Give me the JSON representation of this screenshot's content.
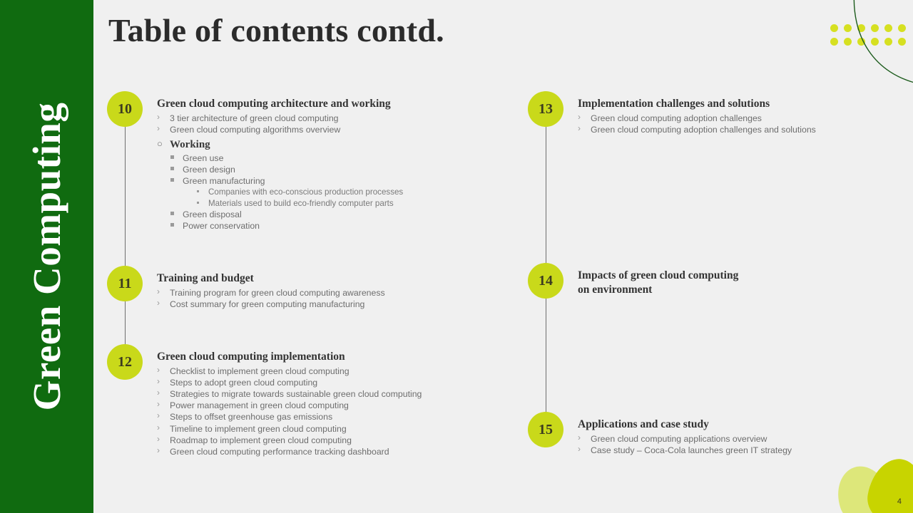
{
  "slide": {
    "title": "Table of contents contd.",
    "page_number": "4",
    "sidebar_label": "Green Computing",
    "colors": {
      "sidebar_green": "#106b10",
      "badge_green": "#c9d91a",
      "dot_green": "#d6e021",
      "leaf_front": "#c8d400",
      "leaf_back": "#dde77a",
      "background": "#f0f0f0",
      "title_text": "#2b2b2b",
      "body_text": "#6d6d6d"
    }
  },
  "decoration": {
    "dots_icon": "dot-grid-icon",
    "dot_rows": 2,
    "dot_columns": 6,
    "arc_icon": "curve-arc-icon",
    "leaf_icon": "leaf-shape-icon"
  },
  "left_column": [
    {
      "number": "10",
      "title": "Green cloud computing architecture  and working",
      "bullets": [
        "3 tier architecture of green cloud computing",
        "Green cloud computing algorithms overview"
      ],
      "subsection": {
        "heading": "Working",
        "items": [
          {
            "text": "Green use",
            "children": []
          },
          {
            "text": "Green design",
            "children": []
          },
          {
            "text": "Green manufacturing",
            "children": [
              "Companies with eco-conscious production processes",
              "Materials used to build eco-friendly computer parts"
            ]
          },
          {
            "text": "Green disposal",
            "children": []
          },
          {
            "text": "Power conservation",
            "children": []
          }
        ]
      }
    },
    {
      "number": "11",
      "title": "Training and budget",
      "bullets": [
        "Training  program for green cloud computing awareness",
        "Cost summary for green computing manufacturing"
      ],
      "subsection": null
    },
    {
      "number": "12",
      "title": "Green cloud computing implementation",
      "bullets": [
        "Checklist to implement green  cloud computing",
        "Steps to adopt  green  cloud  computing",
        "Strategies to migrate towards  sustainable green  cloud computing",
        "Power  management  in green  cloud computing",
        "Steps to offset  greenhouse  gas emissions",
        "Timeline  to implement  green  cloud computing",
        "Roadmap  to implement  green  cloud computing",
        "Green  cloud  computing performance tracking dashboard"
      ],
      "subsection": null
    }
  ],
  "right_column": [
    {
      "number": "13",
      "title": "Implementation challenges and solutions",
      "bullets": [
        "Green cloud computing adoption challenges",
        "Green cloud computing adoption challenges and solutions"
      ],
      "subsection": null
    },
    {
      "number": "14",
      "title": "Impacts of green cloud computing\non environment",
      "bullets": [],
      "subsection": null
    },
    {
      "number": "15",
      "title": "Applications and case study",
      "bullets": [
        "Green cloud computing applications overview",
        "Case study – Coca-Cola launches green IT strategy"
      ],
      "subsection": null
    }
  ],
  "layout": {
    "left_tops": [
      128,
      373,
      483
    ],
    "right_tops": [
      128,
      369,
      578
    ],
    "left_connectors": [
      195,
      60,
      0
    ],
    "right_connectors": [
      191,
      184,
      0
    ]
  }
}
